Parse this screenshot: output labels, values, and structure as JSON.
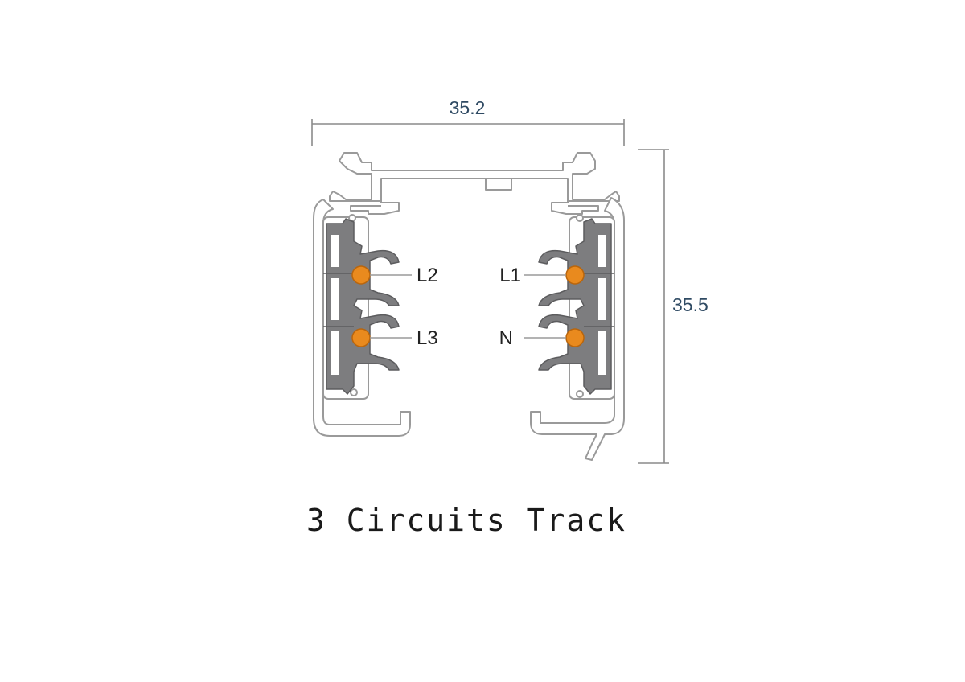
{
  "dimensions": {
    "width_label": "35.2",
    "height_label": "35.5"
  },
  "terminals": {
    "left_top": "L2",
    "left_bottom": "L3",
    "right_top": "L1",
    "right_bottom": "N"
  },
  "caption": "3 Circuits Track",
  "colors": {
    "conductor": "#e98a1e",
    "insulator": "#7d7d7f",
    "outline": "#9a9a9a",
    "dimension_text": "#2f4a63"
  }
}
